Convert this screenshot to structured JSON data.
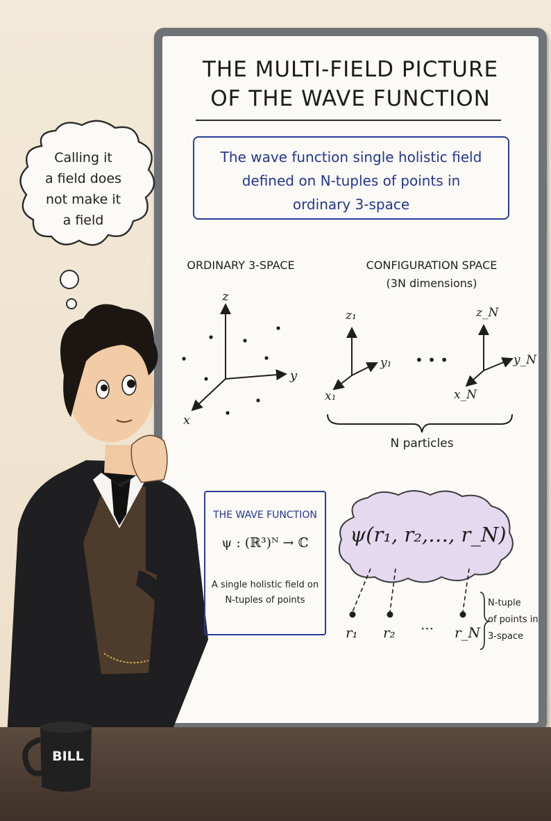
{
  "board": {
    "title_line1": "THE MULTI-FIELD PICTURE",
    "title_line2": "OF THE WAVE FUNCTION",
    "definition": [
      "The wave function single holistic field",
      "defined on N-tuples of points in",
      "ordinary 3-space"
    ]
  },
  "ordinary_space": {
    "label": "ORDINARY 3-SPACE",
    "axes": {
      "z": "z",
      "y": "y",
      "x": "x"
    }
  },
  "configuration_space": {
    "label": "CONFIGURATION SPACE",
    "sublabel": "(3N dimensions)",
    "axes_first": {
      "z": "z₁",
      "y": "y₁",
      "x": "x₁"
    },
    "axes_last": {
      "z": "z_N",
      "y": "y_N",
      "x": "x_N"
    },
    "ellipsis": "• • •",
    "brace_label": "N particles"
  },
  "wave_function_box": {
    "title": "THE WAVE FUNCTION",
    "formula": "ψ : (ℝ³)ᴺ → ℂ",
    "caption_line1": "A single holistic field on",
    "caption_line2": "N-tuples of points"
  },
  "psi_cloud": {
    "expression": "ψ(r₁, r₂,…, r_N)",
    "points": [
      "r₁",
      "r₂",
      "···",
      "r_N"
    ],
    "ntuple_label": [
      "N-tuple",
      "of points in",
      "3-space"
    ]
  },
  "thought_bubble": {
    "lines": [
      "Calling it",
      "a field does",
      "not make it",
      "a field"
    ]
  },
  "mug": {
    "label": "BILL"
  },
  "colors": {
    "accent_blue": "#2a3b9a",
    "cloud_lilac": "#e4d9ef",
    "board_frame": "#6f7378"
  }
}
